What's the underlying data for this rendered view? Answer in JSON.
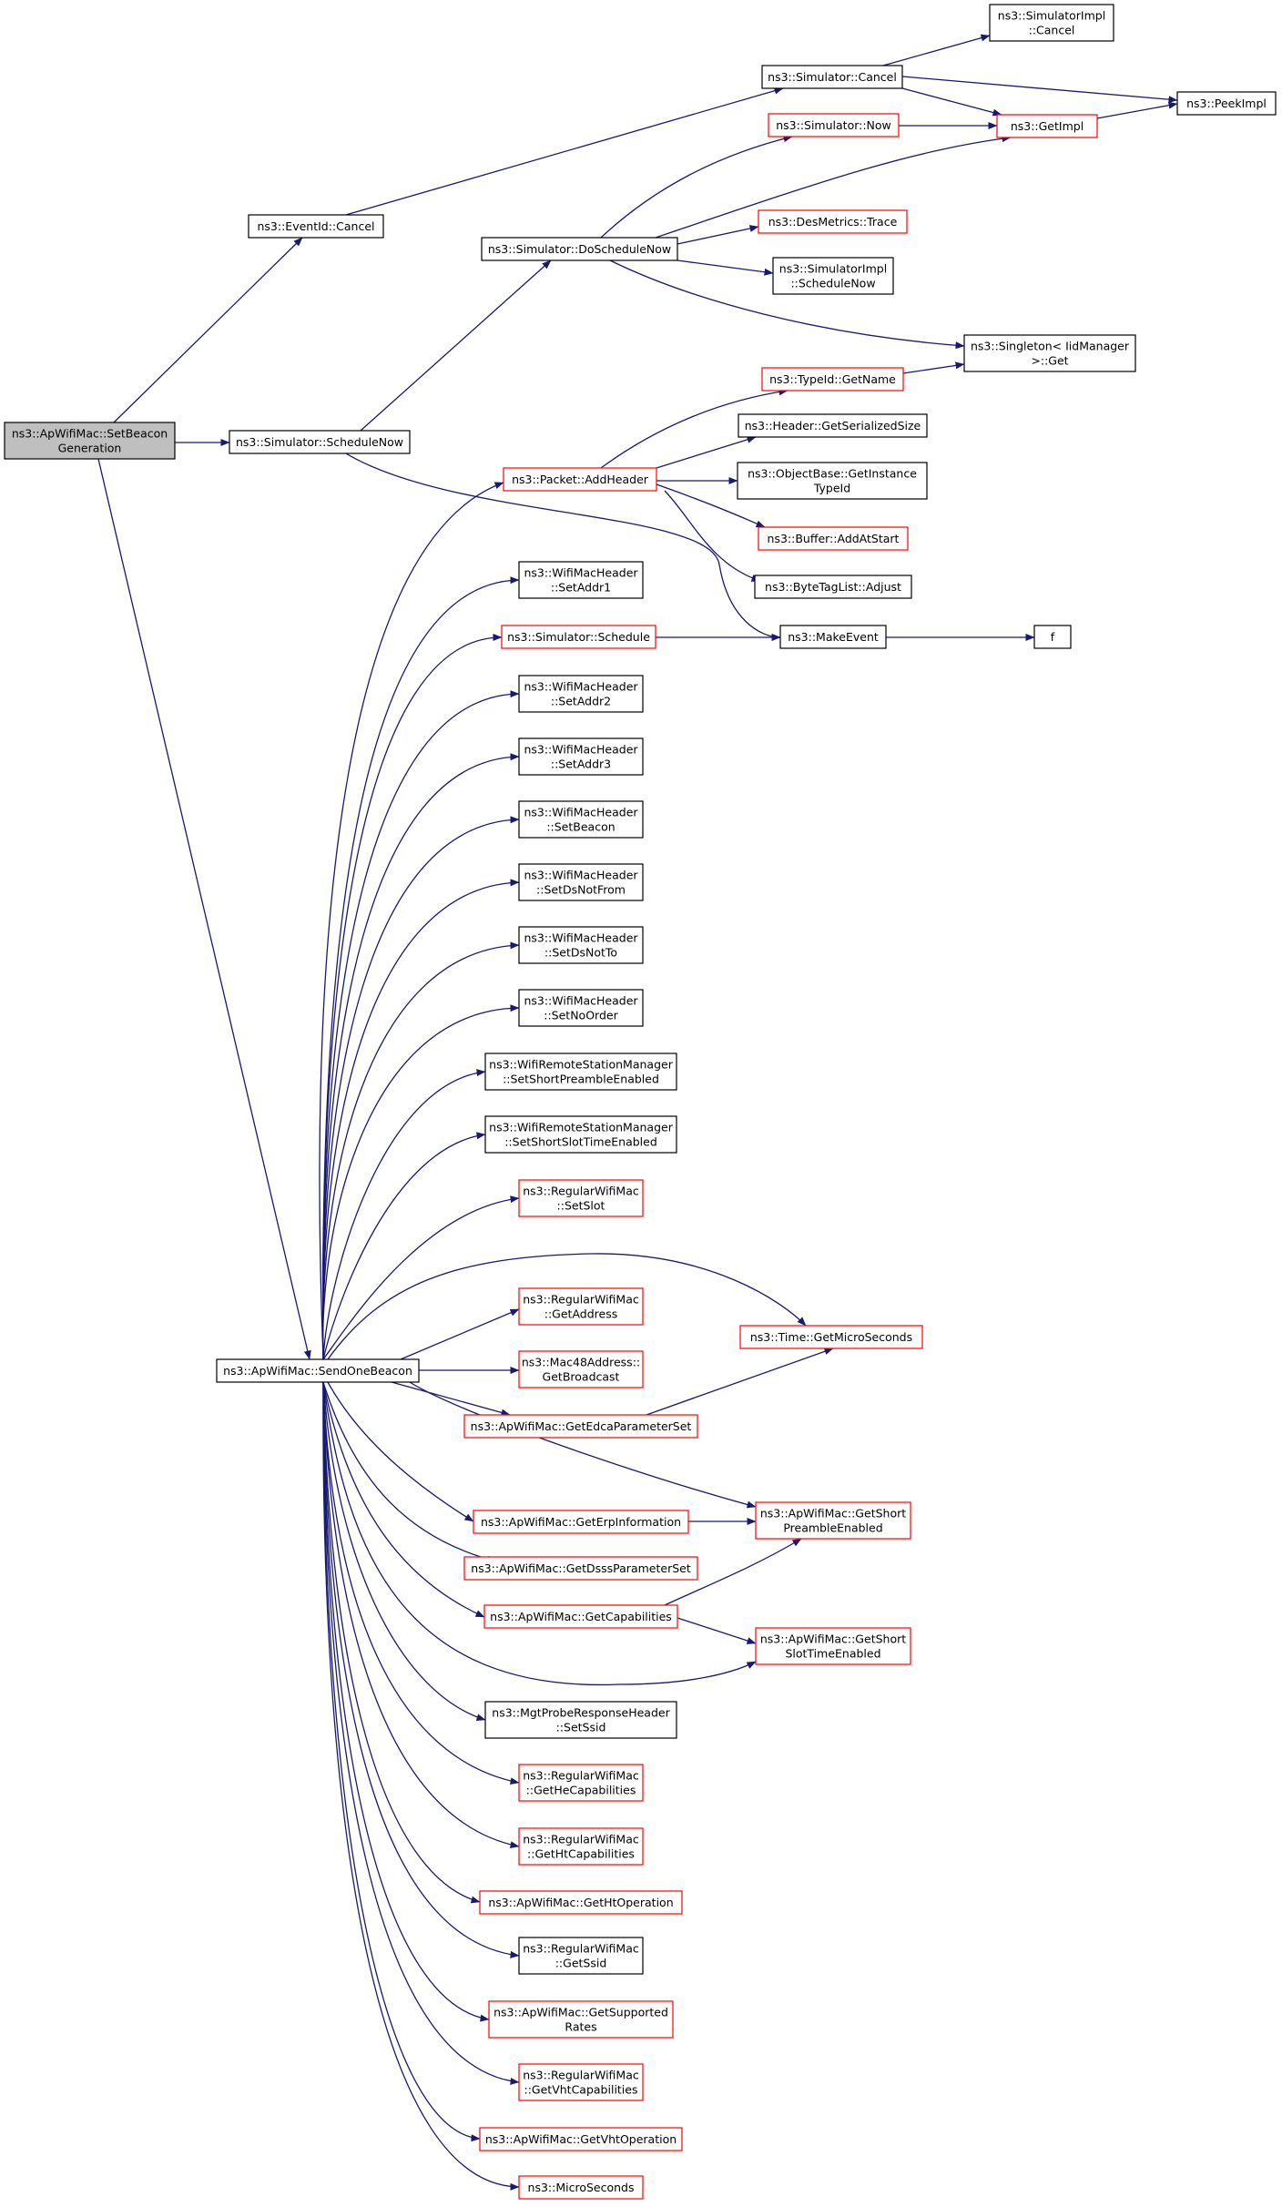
{
  "colors": {
    "edge": "#191970",
    "box_border": "#000000",
    "box_border_red": "#ff0000",
    "root_fill": "#bfbfbf",
    "box_fill": "#ffffff"
  },
  "diagram": {
    "type": "call-graph",
    "root": "setbeacon",
    "nodes": [
      {
        "id": "setbeacon",
        "lines": [
          "ns3::ApWifiMac::SetBeacon",
          "Generation"
        ],
        "style": "root"
      },
      {
        "id": "eventid_cancel",
        "lines": [
          "ns3::EventId::Cancel"
        ],
        "style": "black"
      },
      {
        "id": "sim_schedulenow",
        "lines": [
          "ns3::Simulator::ScheduleNow"
        ],
        "style": "black"
      },
      {
        "id": "sim_cancel",
        "lines": [
          "ns3::Simulator::Cancel"
        ],
        "style": "black"
      },
      {
        "id": "sim_doschedulenow",
        "lines": [
          "ns3::Simulator::DoScheduleNow"
        ],
        "style": "black"
      },
      {
        "id": "simimpl_cancel",
        "lines": [
          "ns3::SimulatorImpl",
          "::Cancel"
        ],
        "style": "black"
      },
      {
        "id": "peekimpl",
        "lines": [
          "ns3::PeekImpl"
        ],
        "style": "black"
      },
      {
        "id": "sim_now",
        "lines": [
          "ns3::Simulator::Now"
        ],
        "style": "red"
      },
      {
        "id": "getimpl",
        "lines": [
          "ns3::GetImpl"
        ],
        "style": "red"
      },
      {
        "id": "desmetrics_trace",
        "lines": [
          "ns3::DesMetrics::Trace"
        ],
        "style": "red"
      },
      {
        "id": "simimpl_schedulenow",
        "lines": [
          "ns3::SimulatorImpl",
          "::ScheduleNow"
        ],
        "style": "black"
      },
      {
        "id": "singleton_get",
        "lines": [
          "ns3::Singleton< IidManager",
          ">::Get"
        ],
        "style": "black"
      },
      {
        "id": "typeid_getname",
        "lines": [
          "ns3::TypeId::GetName"
        ],
        "style": "red"
      },
      {
        "id": "header_getserializedsize",
        "lines": [
          "ns3::Header::GetSerializedSize"
        ],
        "style": "black"
      },
      {
        "id": "packet_addheader",
        "lines": [
          "ns3::Packet::AddHeader"
        ],
        "style": "red"
      },
      {
        "id": "objectbase_getinstancetypeid",
        "lines": [
          "ns3::ObjectBase::GetInstance",
          "TypeId"
        ],
        "style": "black"
      },
      {
        "id": "buffer_addatstart",
        "lines": [
          "ns3::Buffer::AddAtStart"
        ],
        "style": "red"
      },
      {
        "id": "bytetaglist_adjust",
        "lines": [
          "ns3::ByteTagList::Adjust"
        ],
        "style": "black"
      },
      {
        "id": "wmh_setaddr1",
        "lines": [
          "ns3::WifiMacHeader",
          "::SetAddr1"
        ],
        "style": "black"
      },
      {
        "id": "sim_schedule",
        "lines": [
          "ns3::Simulator::Schedule"
        ],
        "style": "red"
      },
      {
        "id": "makeevent",
        "lines": [
          "ns3::MakeEvent"
        ],
        "style": "black"
      },
      {
        "id": "f",
        "lines": [
          "f"
        ],
        "style": "black"
      },
      {
        "id": "wmh_setaddr2",
        "lines": [
          "ns3::WifiMacHeader",
          "::SetAddr2"
        ],
        "style": "black"
      },
      {
        "id": "wmh_setaddr3",
        "lines": [
          "ns3::WifiMacHeader",
          "::SetAddr3"
        ],
        "style": "black"
      },
      {
        "id": "wmh_setbeacon",
        "lines": [
          "ns3::WifiMacHeader",
          "::SetBeacon"
        ],
        "style": "black"
      },
      {
        "id": "wmh_setdsnotfrom",
        "lines": [
          "ns3::WifiMacHeader",
          "::SetDsNotFrom"
        ],
        "style": "black"
      },
      {
        "id": "wmh_setdsnotto",
        "lines": [
          "ns3::WifiMacHeader",
          "::SetDsNotTo"
        ],
        "style": "black"
      },
      {
        "id": "wmh_setnoorder",
        "lines": [
          "ns3::WifiMacHeader",
          "::SetNoOrder"
        ],
        "style": "black"
      },
      {
        "id": "wrsm_setshortpreamble",
        "lines": [
          "ns3::WifiRemoteStationManager",
          "::SetShortPreambleEnabled"
        ],
        "style": "black"
      },
      {
        "id": "wrsm_setshortslot",
        "lines": [
          "ns3::WifiRemoteStationManager",
          "::SetShortSlotTimeEnabled"
        ],
        "style": "black"
      },
      {
        "id": "rwm_setslot",
        "lines": [
          "ns3::RegularWifiMac",
          "::SetSlot"
        ],
        "style": "red"
      },
      {
        "id": "rwm_getaddress",
        "lines": [
          "ns3::RegularWifiMac",
          "::GetAddress"
        ],
        "style": "red"
      },
      {
        "id": "time_getmicroseconds",
        "lines": [
          "ns3::Time::GetMicroSeconds"
        ],
        "style": "red"
      },
      {
        "id": "sendonebeacon",
        "lines": [
          "ns3::ApWifiMac::SendOneBeacon"
        ],
        "style": "black"
      },
      {
        "id": "mac48_getbroadcast",
        "lines": [
          "ns3::Mac48Address::",
          "GetBroadcast"
        ],
        "style": "red"
      },
      {
        "id": "apwm_getedca",
        "lines": [
          "ns3::ApWifiMac::GetEdcaParameterSet"
        ],
        "style": "red"
      },
      {
        "id": "apwm_geterp",
        "lines": [
          "ns3::ApWifiMac::GetErpInformation"
        ],
        "style": "red"
      },
      {
        "id": "apwm_getshortpreamble",
        "lines": [
          "ns3::ApWifiMac::GetShort",
          "PreambleEnabled"
        ],
        "style": "red"
      },
      {
        "id": "apwm_getdsss",
        "lines": [
          "ns3::ApWifiMac::GetDsssParameterSet"
        ],
        "style": "red"
      },
      {
        "id": "apwm_getcapabilities",
        "lines": [
          "ns3::ApWifiMac::GetCapabilities"
        ],
        "style": "red"
      },
      {
        "id": "apwm_getshortslot",
        "lines": [
          "ns3::ApWifiMac::GetShort",
          "SlotTimeEnabled"
        ],
        "style": "red"
      },
      {
        "id": "mgtprobe_setssid",
        "lines": [
          "ns3::MgtProbeResponseHeader",
          "::SetSsid"
        ],
        "style": "black"
      },
      {
        "id": "rwm_gethecap",
        "lines": [
          "ns3::RegularWifiMac",
          "::GetHeCapabilities"
        ],
        "style": "red"
      },
      {
        "id": "rwm_gethtcap",
        "lines": [
          "ns3::RegularWifiMac",
          "::GetHtCapabilities"
        ],
        "style": "red"
      },
      {
        "id": "apwm_gethtop",
        "lines": [
          "ns3::ApWifiMac::GetHtOperation"
        ],
        "style": "red"
      },
      {
        "id": "rwm_getssid",
        "lines": [
          "ns3::RegularWifiMac",
          "::GetSsid"
        ],
        "style": "black"
      },
      {
        "id": "apwm_getsupportedrates",
        "lines": [
          "ns3::ApWifiMac::GetSupported",
          "Rates"
        ],
        "style": "red"
      },
      {
        "id": "rwm_getvhtcap",
        "lines": [
          "ns3::RegularWifiMac",
          "::GetVhtCapabilities"
        ],
        "style": "red"
      },
      {
        "id": "apwm_getvhtop",
        "lines": [
          "ns3::ApWifiMac::GetVhtOperation"
        ],
        "style": "red"
      },
      {
        "id": "microseconds",
        "lines": [
          "ns3::MicroSeconds"
        ],
        "style": "red"
      }
    ],
    "edges": [
      [
        "setbeacon",
        "eventid_cancel"
      ],
      [
        "setbeacon",
        "sim_schedulenow"
      ],
      [
        "setbeacon",
        "sendonebeacon"
      ],
      [
        "eventid_cancel",
        "sim_cancel"
      ],
      [
        "sim_cancel",
        "simimpl_cancel"
      ],
      [
        "sim_cancel",
        "peekimpl"
      ],
      [
        "sim_cancel",
        "getimpl"
      ],
      [
        "sim_now",
        "getimpl"
      ],
      [
        "getimpl",
        "peekimpl"
      ],
      [
        "sim_schedulenow",
        "sim_doschedulenow"
      ],
      [
        "sim_schedulenow",
        "makeevent"
      ],
      [
        "sim_doschedulenow",
        "sim_now"
      ],
      [
        "sim_doschedulenow",
        "getimpl"
      ],
      [
        "sim_doschedulenow",
        "desmetrics_trace"
      ],
      [
        "sim_doschedulenow",
        "simimpl_schedulenow"
      ],
      [
        "sim_doschedulenow",
        "singleton_get"
      ],
      [
        "typeid_getname",
        "singleton_get"
      ],
      [
        "packet_addheader",
        "typeid_getname"
      ],
      [
        "packet_addheader",
        "header_getserializedsize"
      ],
      [
        "packet_addheader",
        "objectbase_getinstancetypeid"
      ],
      [
        "packet_addheader",
        "buffer_addatstart"
      ],
      [
        "packet_addheader",
        "bytetaglist_adjust"
      ],
      [
        "sim_schedule",
        "makeevent"
      ],
      [
        "makeevent",
        "f"
      ],
      [
        "sendonebeacon",
        "packet_addheader"
      ],
      [
        "sendonebeacon",
        "wmh_setaddr1"
      ],
      [
        "sendonebeacon",
        "sim_schedule"
      ],
      [
        "sendonebeacon",
        "wmh_setaddr2"
      ],
      [
        "sendonebeacon",
        "wmh_setaddr3"
      ],
      [
        "sendonebeacon",
        "wmh_setbeacon"
      ],
      [
        "sendonebeacon",
        "wmh_setdsnotfrom"
      ],
      [
        "sendonebeacon",
        "wmh_setdsnotto"
      ],
      [
        "sendonebeacon",
        "wmh_setnoorder"
      ],
      [
        "sendonebeacon",
        "wrsm_setshortpreamble"
      ],
      [
        "sendonebeacon",
        "wrsm_setshortslot"
      ],
      [
        "sendonebeacon",
        "rwm_setslot"
      ],
      [
        "sendonebeacon",
        "time_getmicroseconds"
      ],
      [
        "sendonebeacon",
        "rwm_getaddress"
      ],
      [
        "sendonebeacon",
        "mac48_getbroadcast"
      ],
      [
        "sendonebeacon",
        "apwm_getedca"
      ],
      [
        "apwm_getedca",
        "time_getmicroseconds"
      ],
      [
        "sendonebeacon",
        "apwm_getshortpreamble"
      ],
      [
        "sendonebeacon",
        "apwm_geterp"
      ],
      [
        "apwm_geterp",
        "apwm_getshortpreamble"
      ],
      [
        "sendonebeacon",
        "apwm_getdsss"
      ],
      [
        "sendonebeacon",
        "apwm_getcapabilities"
      ],
      [
        "apwm_getcapabilities",
        "apwm_getshortpreamble"
      ],
      [
        "apwm_getcapabilities",
        "apwm_getshortslot"
      ],
      [
        "sendonebeacon",
        "apwm_getshortslot"
      ],
      [
        "sendonebeacon",
        "mgtprobe_setssid"
      ],
      [
        "sendonebeacon",
        "rwm_gethecap"
      ],
      [
        "sendonebeacon",
        "rwm_gethtcap"
      ],
      [
        "sendonebeacon",
        "apwm_gethtop"
      ],
      [
        "sendonebeacon",
        "rwm_getssid"
      ],
      [
        "sendonebeacon",
        "apwm_getsupportedrates"
      ],
      [
        "sendonebeacon",
        "rwm_getvhtcap"
      ],
      [
        "sendonebeacon",
        "apwm_getvhtop"
      ],
      [
        "sendonebeacon",
        "microseconds"
      ]
    ]
  }
}
